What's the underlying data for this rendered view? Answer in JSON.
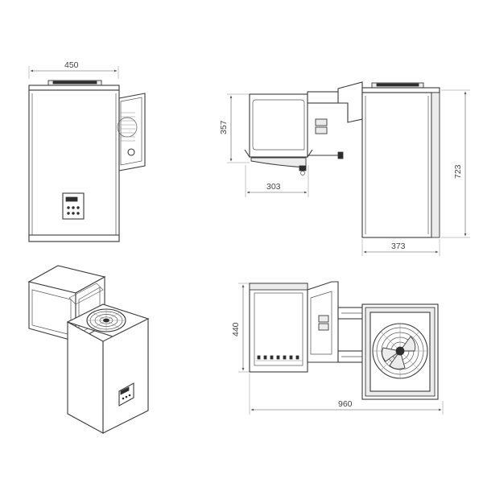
{
  "dimensions": {
    "top_width": "450",
    "side_height": "357",
    "side_depth": "303",
    "right_height": "723",
    "right_depth": "373",
    "plan_depth": "440",
    "plan_width": "960"
  },
  "colors": {
    "line": "#3a3a3a",
    "background": "#ffffff"
  }
}
